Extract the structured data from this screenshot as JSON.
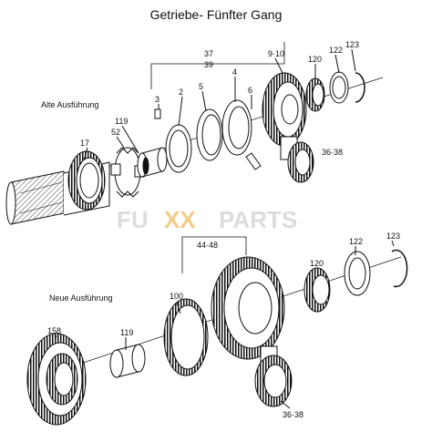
{
  "title": "Getriebe- Fünfter Gang",
  "sections": {
    "old": "Alte Ausführung",
    "new": "Neue Ausführung"
  },
  "watermark": {
    "fu": "FU",
    "xx": "XX",
    "parts": "PARTS",
    "colors": {
      "text": "#d9d9d9",
      "accent": "#f3c77e"
    }
  },
  "labels": {
    "l37": "37",
    "l39": "39",
    "l3": "3",
    "l2": "2",
    "l5": "5",
    "l4": "4",
    "l6": "6",
    "l910": "9·10",
    "l120a": "120",
    "l122a": "122",
    "l123a": "123",
    "l17": "17",
    "l52": "52",
    "l119a": "119",
    "l3638a": "36·38",
    "l4448": "44·48",
    "l120b": "120",
    "l122b": "122",
    "l123b": "123",
    "l100": "100",
    "l158": "158",
    "l119b": "119",
    "l3638b": "36·38"
  }
}
